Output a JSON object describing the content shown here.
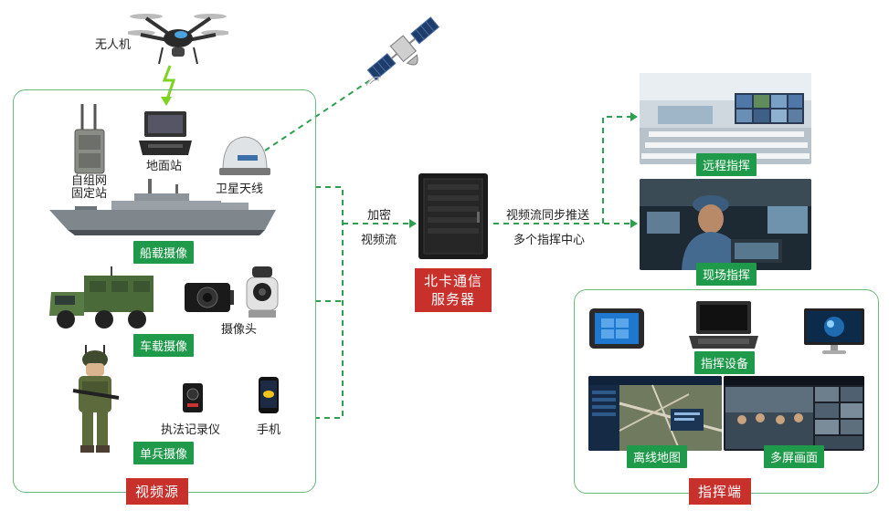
{
  "source_panel": {
    "title": "视频源",
    "drone_label": "无人机",
    "ground_station_label": "地面站",
    "adhoc_label": "自组网\n固定站",
    "satellite_antenna_label": "卫星天线",
    "ship_tag": "船载摄像",
    "vehicle_tag": "车载摄像",
    "camera_label": "摄像头",
    "soldier_tag": "单兵摄像",
    "recorder_label": "执法记录仪",
    "phone_label": "手机"
  },
  "server": {
    "title_line1": "北卡通信",
    "title_line2": "服务器",
    "input_line1": "加密",
    "input_line2": "视频流",
    "output_line1": "视频流同步推送",
    "output_line2": "多个指挥中心"
  },
  "command": {
    "remote_tag": "远程指挥",
    "field_tag": "现场指挥",
    "panel_title": "指挥端",
    "devices_tag": "指挥设备",
    "offline_map_tag": "离线地图",
    "multiscreen_tag": "多屏画面"
  },
  "colors": {
    "green_tag": "#1f9a4a",
    "red_tag": "#c8302c",
    "panel_border": "#6ab87c",
    "dashed_line": "#2e9e4f"
  }
}
